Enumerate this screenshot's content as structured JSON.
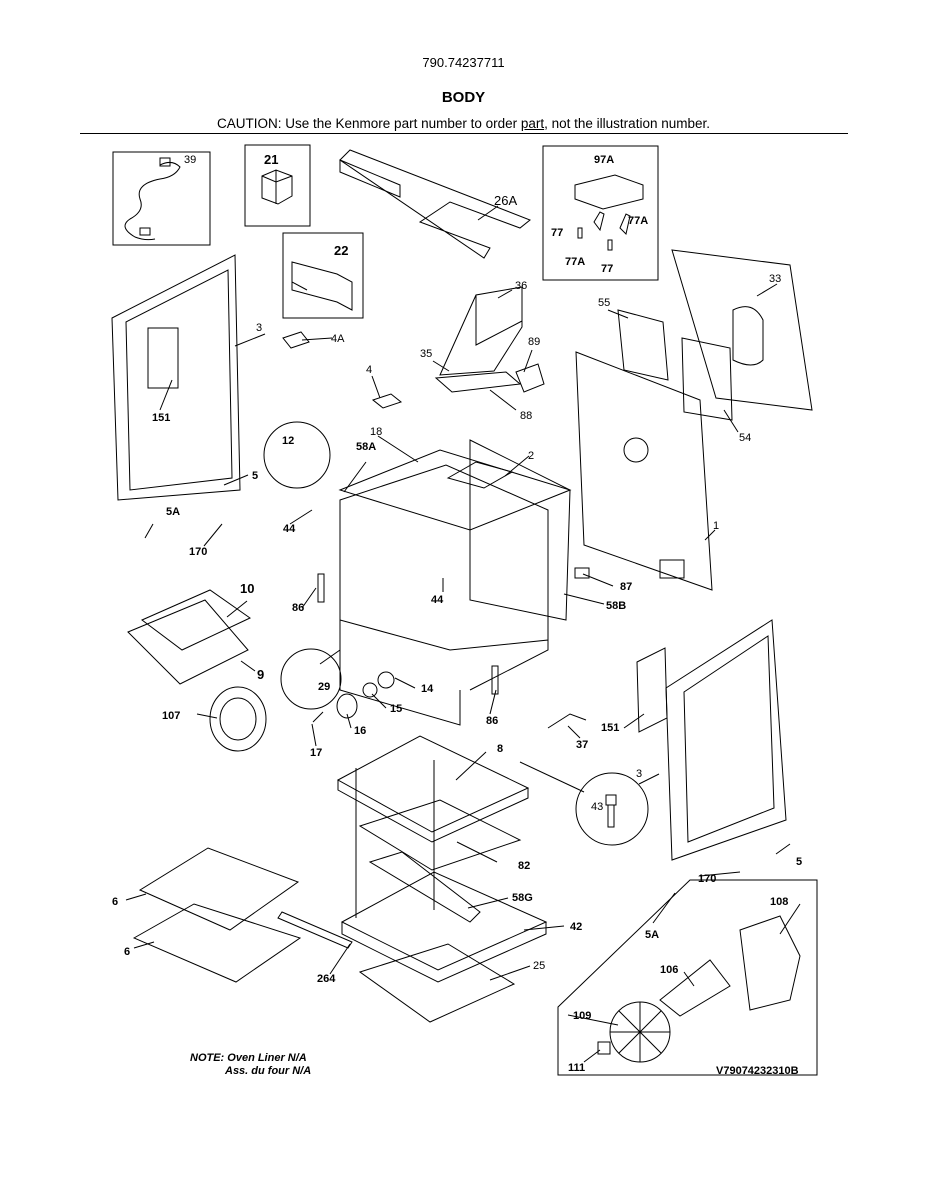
{
  "header": {
    "model_number": "790.74237711",
    "section_title": "BODY",
    "caution_prefix": "CAUTION: Use the Kenmore part number to order ",
    "caution_link": "part",
    "caution_suffix": ", not the illustration number."
  },
  "callouts": {
    "p39": "39",
    "p21": "21",
    "p26A": "26A",
    "p97A": "97A",
    "p22": "22",
    "p77a": "77",
    "p77A_right": "77A",
    "p77A_left": "77A",
    "p77b": "77",
    "p33": "33",
    "p3_left": "3",
    "p4A": "4A",
    "p36": "36",
    "p55": "55",
    "p35": "35",
    "p89": "89",
    "p4": "4",
    "p151_left": "151",
    "p88": "88",
    "p54": "54",
    "p12": "12",
    "p18": "18",
    "p58A": "58A",
    "p2": "2",
    "p5_left": "5",
    "p5A_left": "5A",
    "p44_left": "44",
    "p1": "1",
    "p170_left": "170",
    "p87": "87",
    "p10": "10",
    "p86_left": "86",
    "p44_mid": "44",
    "p58B": "58B",
    "p9": "9",
    "p29": "29",
    "p14": "14",
    "p107": "107",
    "p15": "15",
    "p86_right": "86",
    "p151_right": "151",
    "p16": "16",
    "p17": "17",
    "p37": "37",
    "p8": "8",
    "p3_right": "3",
    "p43": "43",
    "p5_right": "5",
    "p82": "82",
    "p6_top": "6",
    "p170_right": "170",
    "p108": "108",
    "p58G": "58G",
    "p42": "42",
    "p5A_right": "5A",
    "p6_bottom": "6",
    "p25": "25",
    "p106": "106",
    "p264": "264",
    "p109": "109",
    "p111": "111"
  },
  "notes": {
    "line1": "NOTE: Oven Liner N/A",
    "line2": "Ass. du four N/A"
  },
  "drawing_code": "V79074232310B"
}
